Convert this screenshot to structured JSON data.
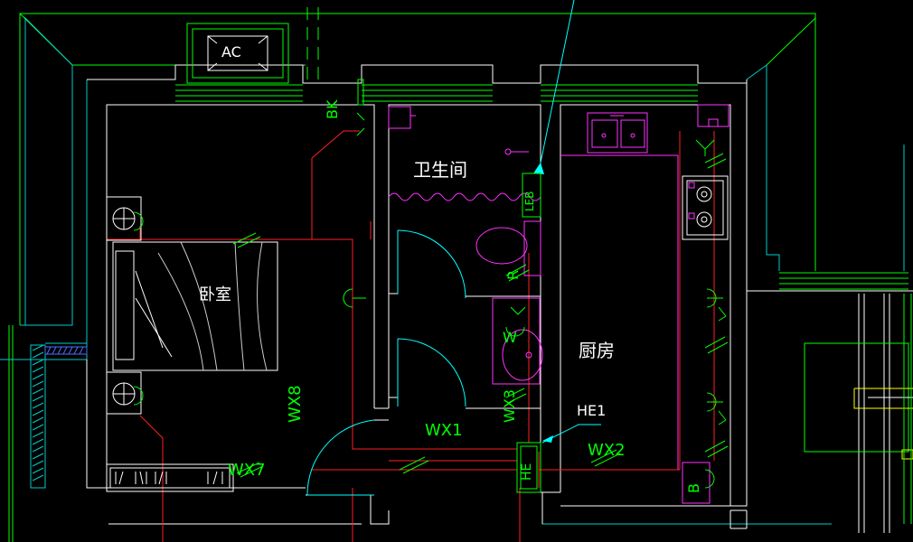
{
  "labels": {
    "ac": "AC",
    "bk": "BK",
    "bathroom": "卫生间",
    "leb": "LEB",
    "bedroom": "卧室",
    "kitchen": "厨房",
    "he1": "HE1",
    "he": "HE",
    "wx8": "WX8",
    "wx7": "WX7",
    "wx1": "WX1",
    "wx2": "WX2",
    "wx3": "WX3",
    "r": "R",
    "w": "W",
    "b": "B"
  },
  "colors": {
    "background": "#000000",
    "wall_white": "#ffffff",
    "outline_green": "#00ff00",
    "outline_cyan": "#00ffff",
    "circuit_red": "#ff0000",
    "fixture_magenta": "#ff00ff",
    "label_green": "#00ff00",
    "yellow": "#ffff00",
    "blue": "#4d6bff"
  }
}
